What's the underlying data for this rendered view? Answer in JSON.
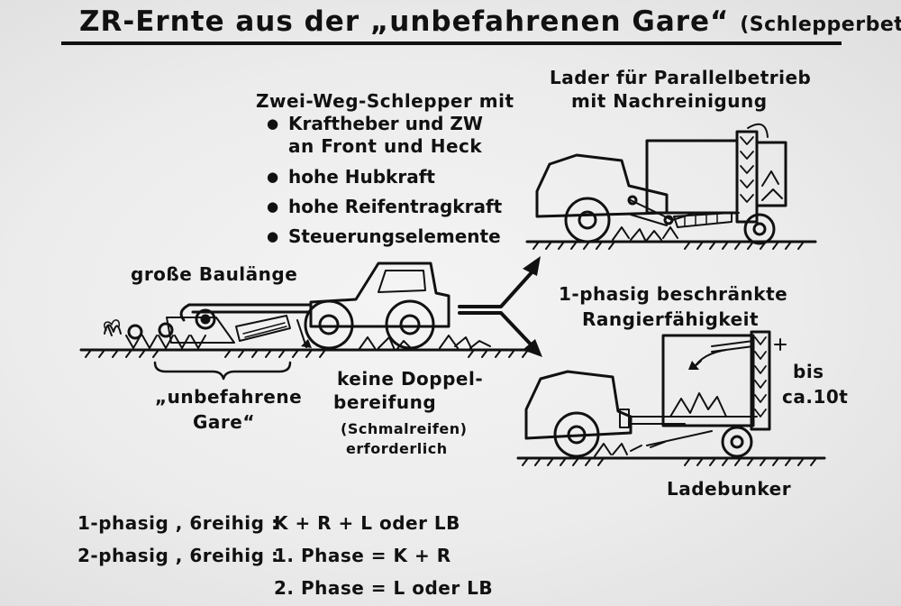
{
  "title": {
    "main": "ZR-Ernte aus der „unbefahrenen Gare“",
    "sub": "(Schlepperbetrieb)"
  },
  "tractor_features": {
    "heading": "Zwei-Weg-Schlepper mit",
    "items": [
      {
        "line1": "Kraftheber und ZW",
        "line2": "an Front und Heck"
      },
      {
        "line1": "hohe Hubkraft"
      },
      {
        "line1": "hohe Reifentragkraft"
      },
      {
        "line1": "Steuerungselemente"
      }
    ]
  },
  "loader_top": {
    "line1": "Lader für Parallelbetrieb",
    "line2": "mit Nachreinigung"
  },
  "grosse_baulaenge": "große Baulänge",
  "unbefahrene_gare": {
    "line1": "„unbefahrene",
    "line2": "Gare“"
  },
  "keine_doppel": {
    "line1": "keine Doppel-",
    "line2": "bereifung",
    "line3": "(Schmalreifen)",
    "line4": "erforderlich"
  },
  "rangier": {
    "line1": "1-phasig beschränkte",
    "line2": "Rangierfähigkeit"
  },
  "bis": {
    "line1": "bis",
    "line2": "ca.10t"
  },
  "ladebunker": "Ladebunker",
  "phases": [
    {
      "label": "1-phasig , 6reihig :",
      "value": "K + R + L oder LB"
    },
    {
      "label": "2-phasig , 6reihig :",
      "value": "1. Phase = K + R"
    },
    {
      "label": "",
      "value": "2. Phase = L oder LB"
    }
  ]
}
